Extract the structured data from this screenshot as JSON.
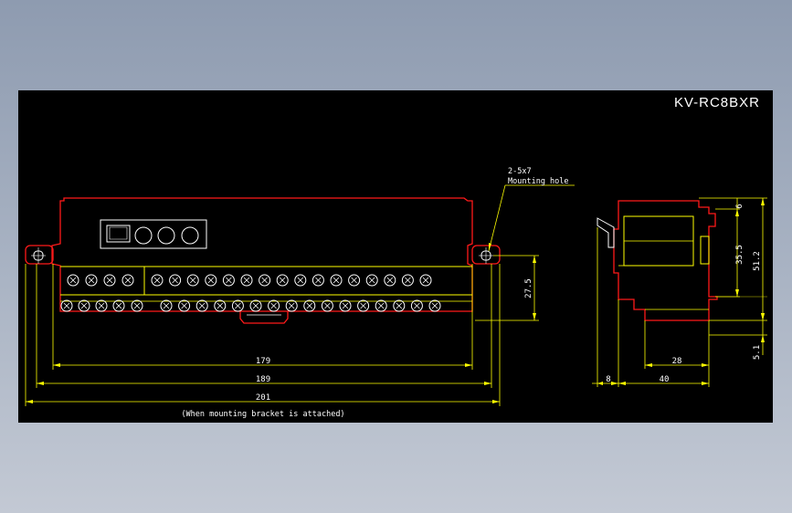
{
  "title": "KV-RC8BXR",
  "colors": {
    "background": "#000000",
    "part_outline": "#ff1a1a",
    "yellow": "#ffff00",
    "white": "#ffffff"
  },
  "callout": {
    "hole_spec": "2-5x7",
    "hole_label": "Mounting hole"
  },
  "front_dims": {
    "height": "27.5",
    "width_inner": "179",
    "width_mid": "189",
    "width_outer": "201"
  },
  "note": "(When mounting bracket is attached)",
  "side_dims": {
    "h1": "6",
    "h2": "35.5",
    "h3": "51.2",
    "h4": "5.1",
    "w1": "8",
    "w2": "40",
    "w3": "28"
  },
  "terminals": {
    "row1_count": 20,
    "row2_count": 21
  }
}
